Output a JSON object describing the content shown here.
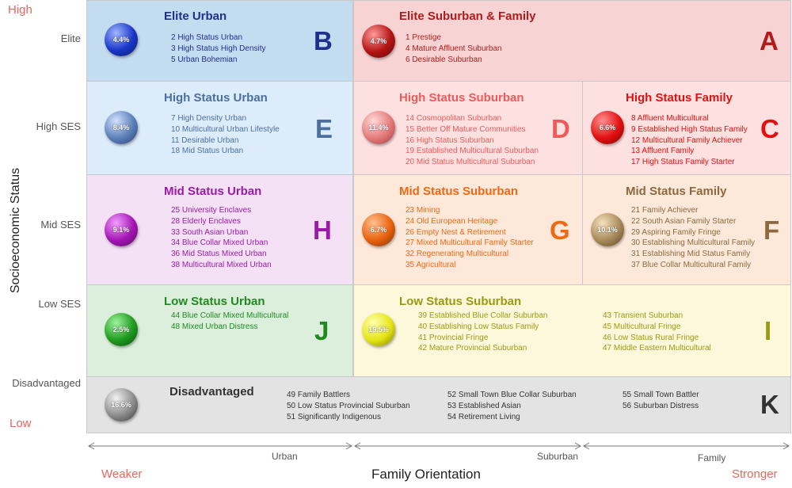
{
  "axis": {
    "y_title": "Socioeconomic Status",
    "y_high": "High",
    "y_low": "Low",
    "y_levels": [
      "Elite",
      "High SES",
      "Mid SES",
      "Low SES",
      "Disadvantaged"
    ],
    "x_title": "Family Orientation",
    "x_weak": "Weaker",
    "x_strong": "Stronger",
    "x_zones": [
      "Urban",
      "Suburban",
      "Family"
    ]
  },
  "colors": {
    "endpoint_label": "#e5685e"
  },
  "cells": {
    "B": {
      "title": "Elite Urban",
      "letter": "B",
      "pct": "4.4%",
      "items": [
        "2 High Status Urban",
        "3 High Status High Density",
        "5 Urban Bohemian"
      ],
      "color": "#1f2f8c"
    },
    "A": {
      "title": "Elite Suburban & Family",
      "letter": "A",
      "pct": "4.7%",
      "items": [
        "1 Prestige",
        "4 Mature Affluent Suburban",
        "6 Desirable Suburban"
      ],
      "color": "#b01c1c"
    },
    "E": {
      "title": "High Status Urban",
      "letter": "E",
      "pct": "8.4%",
      "items": [
        "7 High Density Urban",
        "10 Multicultural Urban Lifestyle",
        "11 Desirable Urban",
        "18 Mid Status Urban"
      ],
      "color": "#4d6f9e"
    },
    "D": {
      "title": "High Status Suburban",
      "letter": "D",
      "pct": "11.4%",
      "items": [
        "14 Cosmopolitan Suburban",
        "15 Better Off Mature Communities",
        "16 High Status Suburban",
        "19 Established Multicultural Suburban",
        "20 Mid Status Multicultural Suburban"
      ],
      "color": "#ee5a5a"
    },
    "C": {
      "title": "High Status Family",
      "letter": "C",
      "pct": "6.6%",
      "items": [
        "8 Affluent Multicultural",
        "9 Established High Status Family",
        "12 Multicultural Family Achiever",
        "13 Affluent Family",
        "17 High Status Family Starter"
      ],
      "color": "#e21010"
    },
    "H": {
      "title": "Mid Status Urban",
      "letter": "H",
      "pct": "9.1%",
      "items": [
        "25 University Enclaves",
        "28 Elderly Enclaves",
        "33 South Asian Urban",
        "34 Blue Collar Mixed Urban",
        "36 Mid Status Mixed Urban",
        "38 Multicultural Mixed Urban"
      ],
      "color": "#9b1aa8"
    },
    "G": {
      "title": "Mid Status Suburban",
      "letter": "G",
      "pct": "6.7%",
      "items": [
        "23 Mining",
        "24 Old European Heritage",
        "26 Empty Nest & Retirement",
        "27 Mixed Multicultural Family Starter",
        "32 Regenerating Multicultural",
        "35 Agricultural"
      ],
      "color": "#ee6a12"
    },
    "F": {
      "title": "Mid Status Family",
      "letter": "F",
      "pct": "10.1%",
      "items": [
        "21 Family Achiever",
        "22 South Asian Family Starter",
        "29 Aspiring Family Fringe",
        "30 Establishing Multicultural Family",
        "31 Establishing Mid Status Family",
        "37 Blue Collar Multicultural Family"
      ],
      "color": "#8a6a3e"
    },
    "J": {
      "title": "Low Status Urban",
      "letter": "J",
      "pct": "2.5%",
      "items": [
        "44 Blue Collar Mixed Multicultural",
        "48 Mixed Urban Distress"
      ],
      "color": "#1f8a1f"
    },
    "I": {
      "title": "Low Status Suburban",
      "letter": "I",
      "pct": "19.5%",
      "items_col1": [
        "39 Established Blue Collar Suburban",
        "40 Establishing Low Status Family",
        "41 Provincial Fringe",
        "42 Mature Provincial Suburban"
      ],
      "items_col2": [
        "43 Transient Suburban",
        "45 Multicultural Fringe",
        "46 Low Status Rural Fringe",
        "47 Middle Eastern Multicultural"
      ],
      "color": "#9a9a12"
    },
    "K": {
      "title": "Disadvantaged",
      "letter": "K",
      "pct": "16.6%",
      "items_col1": [
        "49 Family Battlers",
        "50 Low Status Provincial Suburban",
        "51 Significantly Indigenous"
      ],
      "items_col2": [
        "52 Small Town Blue Collar Suburban",
        "53 Established Asian",
        "54 Retirement Living"
      ],
      "items_col3": [
        "55 Small Town Battler",
        "56 Suburban Distress"
      ],
      "color": "#333333"
    }
  }
}
